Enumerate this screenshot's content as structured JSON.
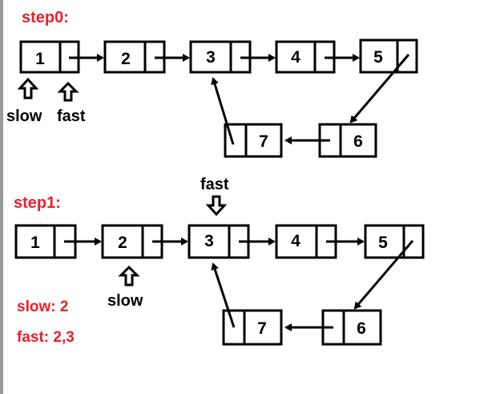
{
  "colors": {
    "accent": "#e8212b",
    "ink": "#000000",
    "window_edge": "#9a9a9a"
  },
  "steps": [
    {
      "label": "step0:",
      "nodes": [
        "1",
        "2",
        "3",
        "4",
        "5",
        "6",
        "7"
      ],
      "pointers": {
        "slow": "slow",
        "fast": "fast"
      },
      "state": null
    },
    {
      "label": "step1:",
      "nodes": [
        "1",
        "2",
        "3",
        "4",
        "5",
        "6",
        "7"
      ],
      "pointers": {
        "slow": "slow",
        "fast": "fast"
      },
      "state": {
        "slow": "slow: 2",
        "fast": "fast: 2,3"
      }
    }
  ]
}
